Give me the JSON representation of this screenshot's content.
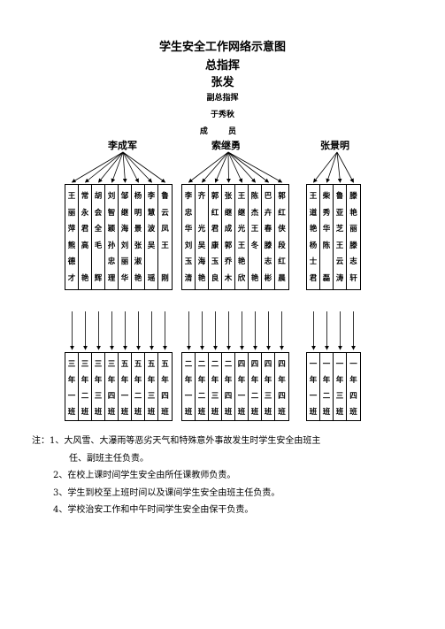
{
  "title": "学生安全工作网络示意图",
  "commander_label": "总指挥",
  "commander_name": "张发",
  "deputy_label": "副总指挥",
  "deputy_name": "于秀秋",
  "member_label": "成 员",
  "leaders": [
    "李成军",
    "索继勇",
    "张景明"
  ],
  "groups": [
    {
      "names": [
        [
          "王",
          "丽",
          "萍",
          "熊",
          "德",
          "才"
        ],
        [
          "常",
          "永",
          "君",
          "高",
          "",
          "艳"
        ],
        [
          "胡",
          "会",
          "全",
          "毛",
          "",
          "辉"
        ],
        [
          "刘",
          "智",
          "颖",
          "孙",
          "忠",
          "理"
        ],
        [
          "邹",
          "继",
          "海",
          "刘",
          "丽",
          "华"
        ],
        [
          "杨",
          "明",
          "景",
          "张",
          "淑",
          "艳"
        ],
        [
          "李",
          "慧",
          "波",
          "吴",
          "",
          "瑶"
        ],
        [
          "鲁",
          "云",
          "凤",
          "王",
          "",
          "刚"
        ]
      ],
      "classes": [
        [
          "三",
          "年",
          "一",
          "班"
        ],
        [
          "三",
          "年",
          "二",
          "班"
        ],
        [
          "三",
          "年",
          "三",
          "班"
        ],
        [
          "三",
          "年",
          "四",
          "班"
        ],
        [
          "五",
          "年",
          "一",
          "班"
        ],
        [
          "五",
          "年",
          "二",
          "班"
        ],
        [
          "五",
          "年",
          "三",
          "班"
        ],
        [
          "五",
          "年",
          "四",
          "班"
        ]
      ]
    },
    {
      "names": [
        [
          "李",
          "忠",
          "华",
          "刘",
          "玉",
          "清"
        ],
        [
          "齐",
          "",
          "光",
          "吴",
          "海",
          "艳"
        ],
        [
          "郭",
          "红",
          "君",
          "康",
          "玉",
          "良"
        ],
        [
          "张",
          "继",
          "成",
          "郭",
          "乔",
          "木"
        ],
        [
          "王",
          "继",
          "光",
          "王",
          "艳",
          "欣"
        ],
        [
          "陈",
          "杰",
          "王",
          "冬",
          "",
          "艳"
        ],
        [
          "巴",
          "卉",
          "春",
          "滕",
          "志",
          "彬"
        ],
        [
          "郭",
          "红",
          "侠",
          "段",
          "红",
          "晨"
        ]
      ],
      "classes": [
        [
          "二",
          "年",
          "一",
          "班"
        ],
        [
          "二",
          "年",
          "二",
          "班"
        ],
        [
          "二",
          "年",
          "三",
          "班"
        ],
        [
          "二",
          "年",
          "四",
          "班"
        ],
        [
          "四",
          "年",
          "一",
          "班"
        ],
        [
          "四",
          "年",
          "二",
          "班"
        ],
        [
          "四",
          "年",
          "三",
          "班"
        ],
        [
          "四",
          "年",
          "四",
          "班"
        ]
      ]
    },
    {
      "names": [
        [
          "王",
          "道",
          "艳",
          "杨",
          "士",
          "君"
        ],
        [
          "柴",
          "秀",
          "华",
          "陈",
          "",
          "磊"
        ],
        [
          "鲁",
          "亚",
          "芝",
          "王",
          "云",
          "涛"
        ],
        [
          "滕",
          "艳",
          "丽",
          "滕",
          "志",
          "轩"
        ]
      ],
      "classes": [
        [
          "一",
          "年",
          "一",
          "班"
        ],
        [
          "一",
          "年",
          "二",
          "班"
        ],
        [
          "一",
          "年",
          "三",
          "班"
        ],
        [
          "一",
          "年",
          "四",
          "班"
        ]
      ]
    }
  ],
  "notes": [
    "注：1、大风雪、大瀑雨等恶劣天气和特殊意外事故发生时学生安全由班主",
    "任、副班主任负责。",
    "2、在校上课时间学生安全由所任课教师负责。",
    "3、学生到校至上班时间以及课间学生安全由班主任负责。",
    "4、学校治安工作和中午时间学生安全由保干负责。"
  ]
}
